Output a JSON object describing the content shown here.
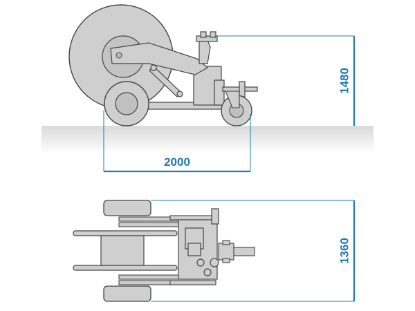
{
  "dimensions": {
    "side_height": "1480",
    "side_length": "2000",
    "top_width": "1360"
  },
  "colors": {
    "dimension": "#1f78b4",
    "machine_fill": "#cfcfcf",
    "machine_stroke": "#444444",
    "ground": "#dddddd"
  }
}
